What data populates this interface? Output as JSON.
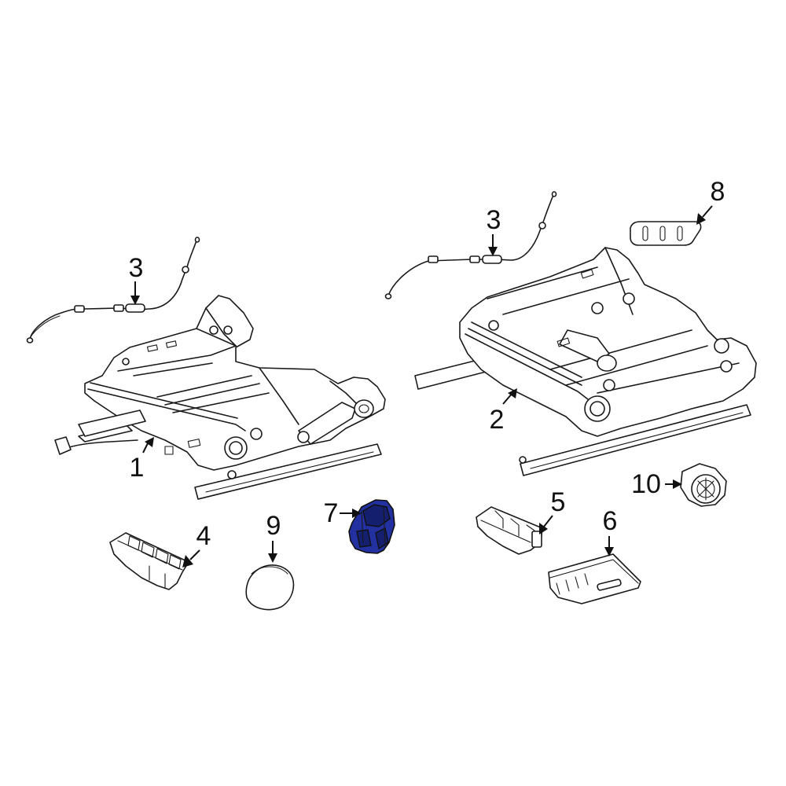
{
  "diagram": {
    "highlight_color": "#2230a0",
    "callouts": {
      "c1": "1",
      "c2": "2",
      "c3_left": "3",
      "c3_right": "3",
      "c4": "4",
      "c5": "5",
      "c6": "6",
      "c7": "7",
      "c8": "8",
      "c9": "9",
      "c10": "10"
    },
    "highlighted_part": "7"
  }
}
